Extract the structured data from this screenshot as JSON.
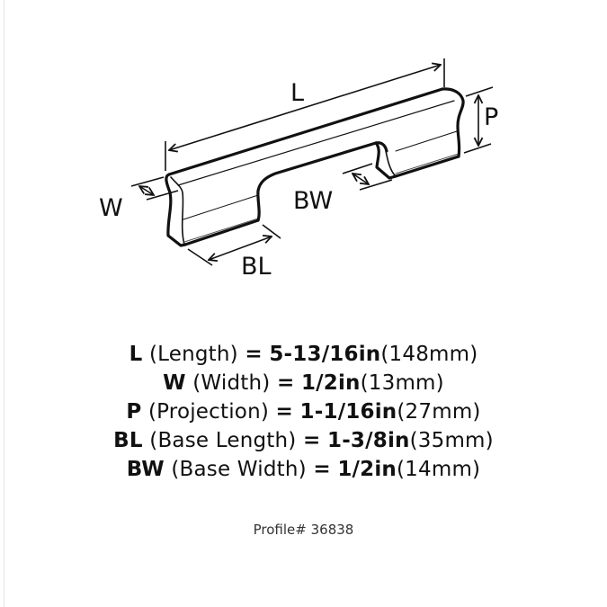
{
  "diagram": {
    "labels": {
      "length": "L",
      "projection": "P",
      "width": "W",
      "base_width": "BW",
      "base_length": "BL"
    }
  },
  "specs": [
    {
      "abbr": "L",
      "name": "(Length)",
      "eq": "=",
      "imperial": "5-13/16in",
      "metric": "(148mm)"
    },
    {
      "abbr": "W",
      "name": "(Width)",
      "eq": "=",
      "imperial": "1/2in",
      "metric": "(13mm)"
    },
    {
      "abbr": "P",
      "name": "(Projection)",
      "eq": "=",
      "imperial": "1-1/16in",
      "metric": "(27mm)"
    },
    {
      "abbr": "BL",
      "name": "(Base Length)",
      "eq": "=",
      "imperial": "1-3/8in",
      "metric": "(35mm)"
    },
    {
      "abbr": "BW",
      "name": "(Base Width)",
      "eq": "=",
      "imperial": "1/2in",
      "metric": "(14mm)"
    }
  ],
  "profile": "Profile# 36838",
  "colors": {
    "ink": "#111111",
    "background": "#ffffff"
  }
}
